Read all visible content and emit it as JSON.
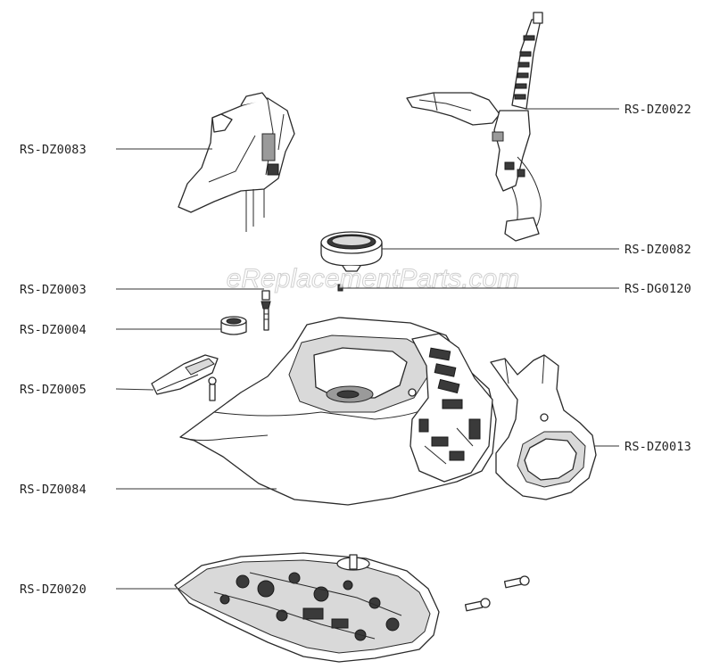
{
  "watermark": "eReplacementParts.com",
  "callouts": {
    "dz0083": "RS-DZ0083",
    "dz0022": "RS-DZ0022",
    "dz0082": "RS-DZ0082",
    "dz0003": "RS-DZ0003",
    "dg0120": "RS-DG0120",
    "dz0004": "RS-DZ0004",
    "dz0005": "RS-DZ0005",
    "dz0013": "RS-DZ0013",
    "dz0084": "RS-DZ0084",
    "dz0020": "RS-DZ0020"
  }
}
